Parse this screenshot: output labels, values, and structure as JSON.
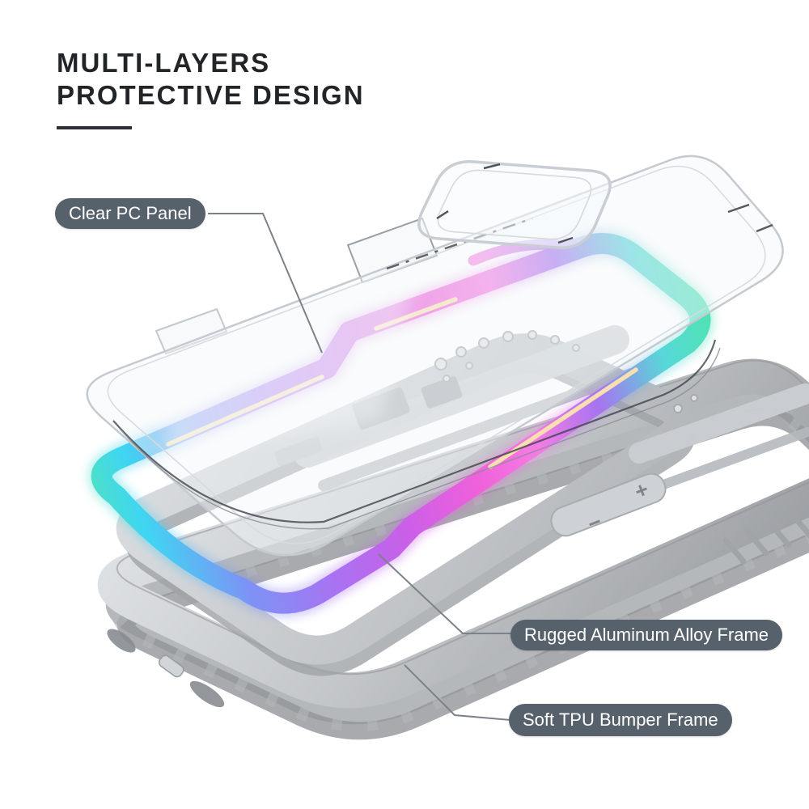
{
  "page": {
    "background_color": "#ffffff"
  },
  "header": {
    "title_line1": "MULTI-LAYERS",
    "title_line2": "PROTECTIVE DESIGN",
    "title_color": "#222528",
    "underline_color": "#2b2f33"
  },
  "callouts": {
    "clear_pc_panel": {
      "label": "Clear PC Panel"
    },
    "aluminum_frame": {
      "label": "Rugged Aluminum Alloy Frame"
    },
    "tpu_bumper": {
      "label": "Soft TPU Bumper Frame"
    },
    "pill_background": "#57616b",
    "pill_text_color": "#ffffff",
    "leader_line_color": "#7b8289"
  },
  "product": {
    "volume_button_plus": "+",
    "volume_button_minus": "−",
    "colors": {
      "iridescent_gradient": [
        "#55e8a8",
        "#3fd6f2",
        "#7e92f5",
        "#a873f2",
        "#c95fe8",
        "#ef61da",
        "#f57ce4",
        "#a774f0",
        "#57d8d8",
        "#4ce6a6"
      ],
      "accent_stripe": "#f8deb0",
      "bumper_gray": "#c2c5c8",
      "inner_frame_gray": "#cdd0d4",
      "panel_edge": "#c5cad0"
    }
  }
}
